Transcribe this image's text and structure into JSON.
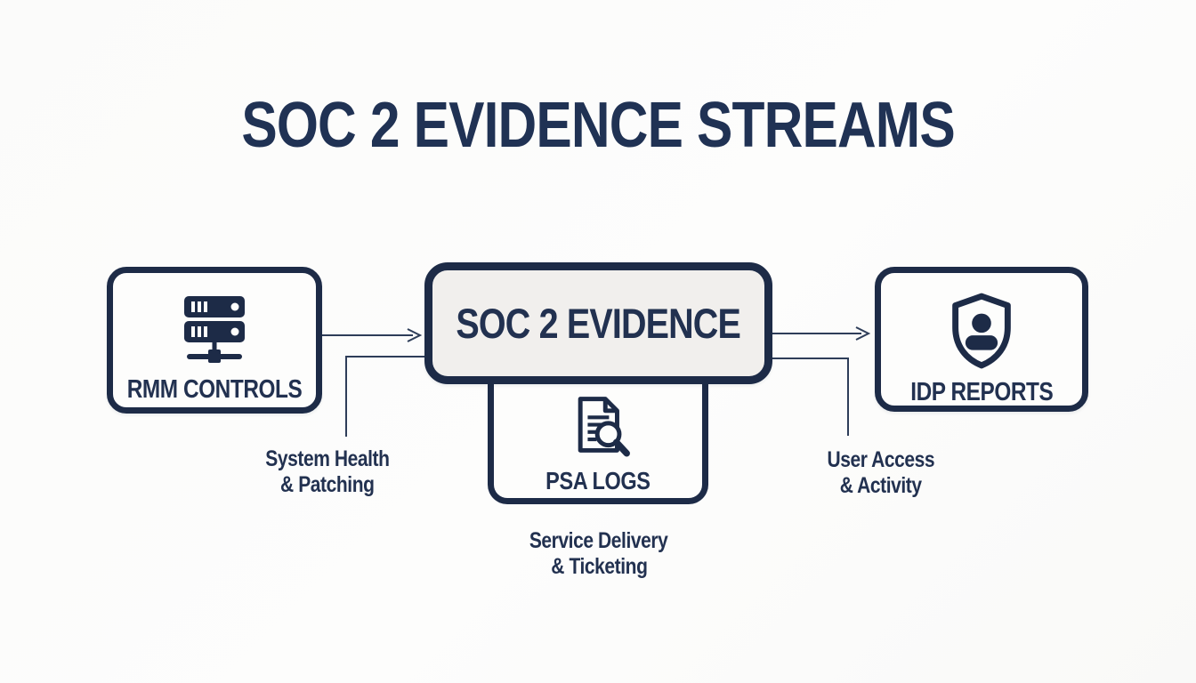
{
  "title": "SOC 2 EVIDENCE STREAMS",
  "colors": {
    "navy": "#1d2b47",
    "text": "#223150",
    "center_box_fill": "#f1efed",
    "background": "#fbfbfa",
    "connector": "#2e3d59"
  },
  "nodes": {
    "rmm": {
      "label": "RMM CONTROLS",
      "icon": "server-rack-icon"
    },
    "soc2": {
      "label": "SOC 2 EVIDENCE"
    },
    "idp": {
      "label": "IDP REPORTS",
      "icon": "shield-user-icon"
    },
    "psa": {
      "label": "PSA LOGS",
      "icon": "document-search-icon"
    }
  },
  "captions": {
    "left": {
      "line1": "System Health",
      "line2": "& Patching"
    },
    "right": {
      "line1": "User Access",
      "line2": "& Activity"
    },
    "bottom": {
      "line1": "Service Delivery",
      "line2": "& Ticketing"
    }
  }
}
